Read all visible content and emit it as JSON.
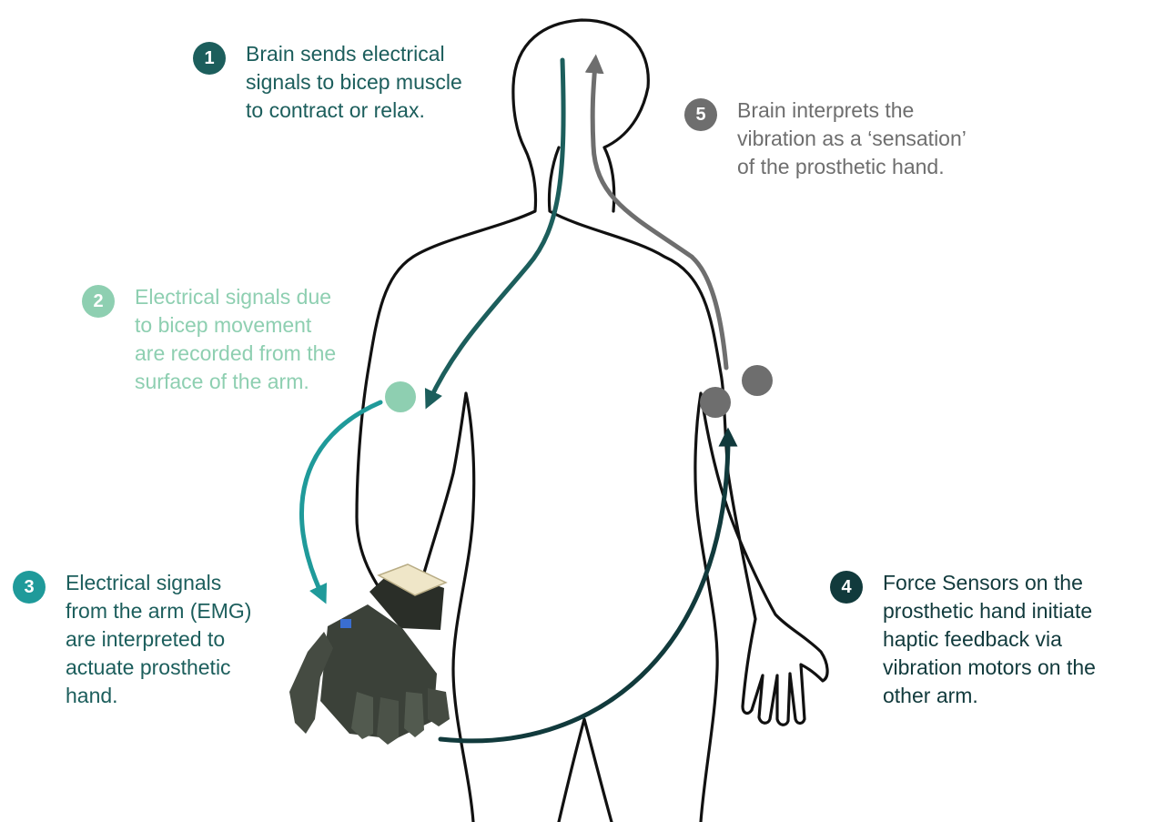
{
  "colors": {
    "outline": "#111111",
    "step1": "#1c5e5c",
    "step2": "#8ecfb1",
    "step3": "#1f9a9a",
    "step4": "#113a3c",
    "step5": "#6e6e6e",
    "hand_dark": "#3b4139",
    "hand_light": "#efe6c8"
  },
  "steps": [
    {
      "number": "1",
      "text": "Brain sends electrical\nsignals to bicep muscle\nto contract or relax.",
      "color": "#1c5e5c"
    },
    {
      "number": "2",
      "text": "Electrical signals due\nto bicep movement\nare recorded from the\nsurface of the arm.",
      "color": "#8ecfb1"
    },
    {
      "number": "3",
      "text": "Electrical signals\nfrom the arm (EMG)\nare interpreted to\nactuate prosthetic\nhand.",
      "color": "#1f9a9a"
    },
    {
      "number": "4",
      "text": "Force Sensors on the\nprosthetic hand initiate\nhaptic feedback via\nvibration motors on the\nother arm.",
      "color": "#113a3c"
    },
    {
      "number": "5",
      "text": "Brain interprets the\nvibration as a ‘sensation’\nof the prosthetic hand.",
      "color": "#6e6e6e"
    }
  ]
}
